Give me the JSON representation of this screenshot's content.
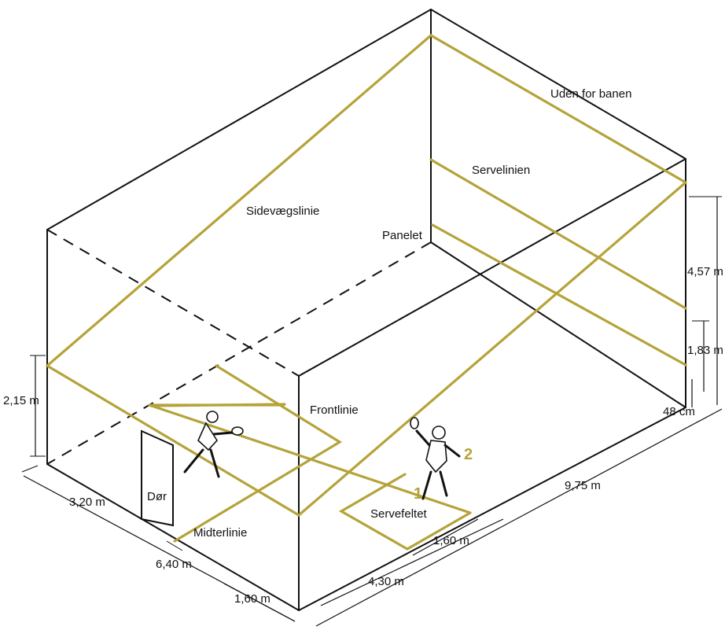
{
  "labels": {
    "out_of_court": "Uden for banen",
    "service_line": "Servelinien",
    "side_wall_line": "Sidevægslinie",
    "tin": "Panelet",
    "front_line": "Frontlinie",
    "door": "Dør",
    "half_court_line": "Midterlinie",
    "service_box": "Servefeltet"
  },
  "dimensions": {
    "back_wall_height": "2,15 m",
    "front_wall_height": "4,57 m",
    "service_line_height": "1,83 m",
    "tin_height": "48 cm",
    "court_length": "9,75 m",
    "court_width": "6,40 m",
    "half_width": "3,20 m",
    "service_box_left": "1,60 m",
    "service_box_right": "1,60 m",
    "short_line_distance": "4,30 m"
  },
  "players": {
    "player_1": "1",
    "player_2": "2"
  },
  "colors": {
    "court_line": "#b5a33a",
    "outline": "#111111"
  }
}
